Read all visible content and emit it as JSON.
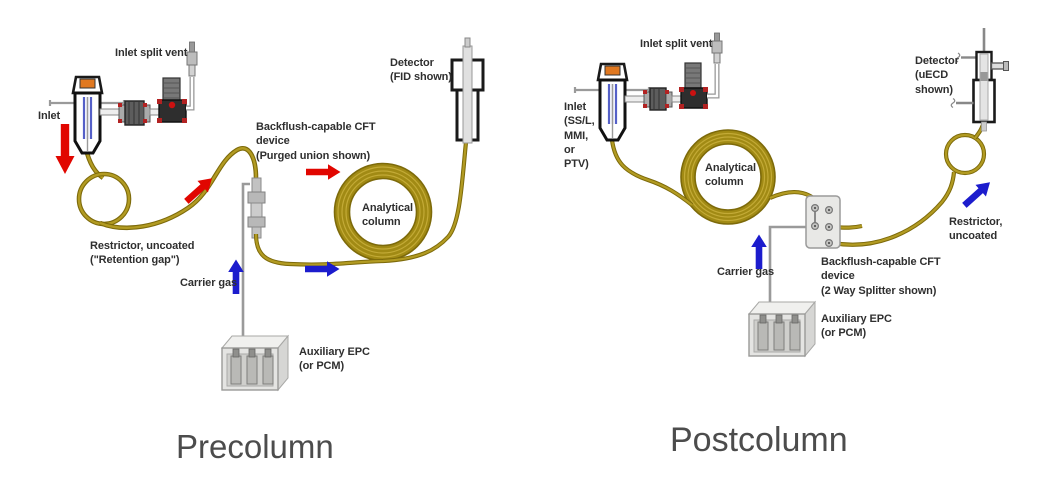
{
  "titles": {
    "left": "Precolumn",
    "right": "Postcolumn"
  },
  "colors": {
    "tube_gold": "#a18a14",
    "tube_gold_highlight": "#c9b23a",
    "flow_red": "#e10600",
    "flow_blue": "#1c1ccd",
    "label_text": "#2f2f2f",
    "title_text": "#4c4c4c"
  },
  "precolumn": {
    "inlet_split_vent": "Inlet split vent",
    "inlet": "Inlet",
    "detector": "Detector\n(FID shown)",
    "backflush_device": "Backflush-capable CFT\ndevice\n(Purged union shown)",
    "restrictor": "Restrictor, uncoated\n(\"Retention gap\")",
    "carrier_gas": "Carrier gas",
    "analytical_column": "Analytical\ncolumn",
    "aux_epc": "Auxiliary EPC\n(or PCM)"
  },
  "postcolumn": {
    "inlet_split_vent": "Inlet split vent",
    "inlet": "Inlet\n(SS/L,\nMMI,\nor\nPTV)",
    "detector": "Detector\n(uECD\nshown)",
    "backflush_device": "Backflush-capable CFT\ndevice\n(2 Way Splitter shown)",
    "restrictor": "Restrictor,\nuncoated",
    "carrier_gas": "Carrier gas",
    "analytical_column": "Analytical\ncolumn",
    "aux_epc": "Auxiliary EPC\n(or PCM)"
  }
}
